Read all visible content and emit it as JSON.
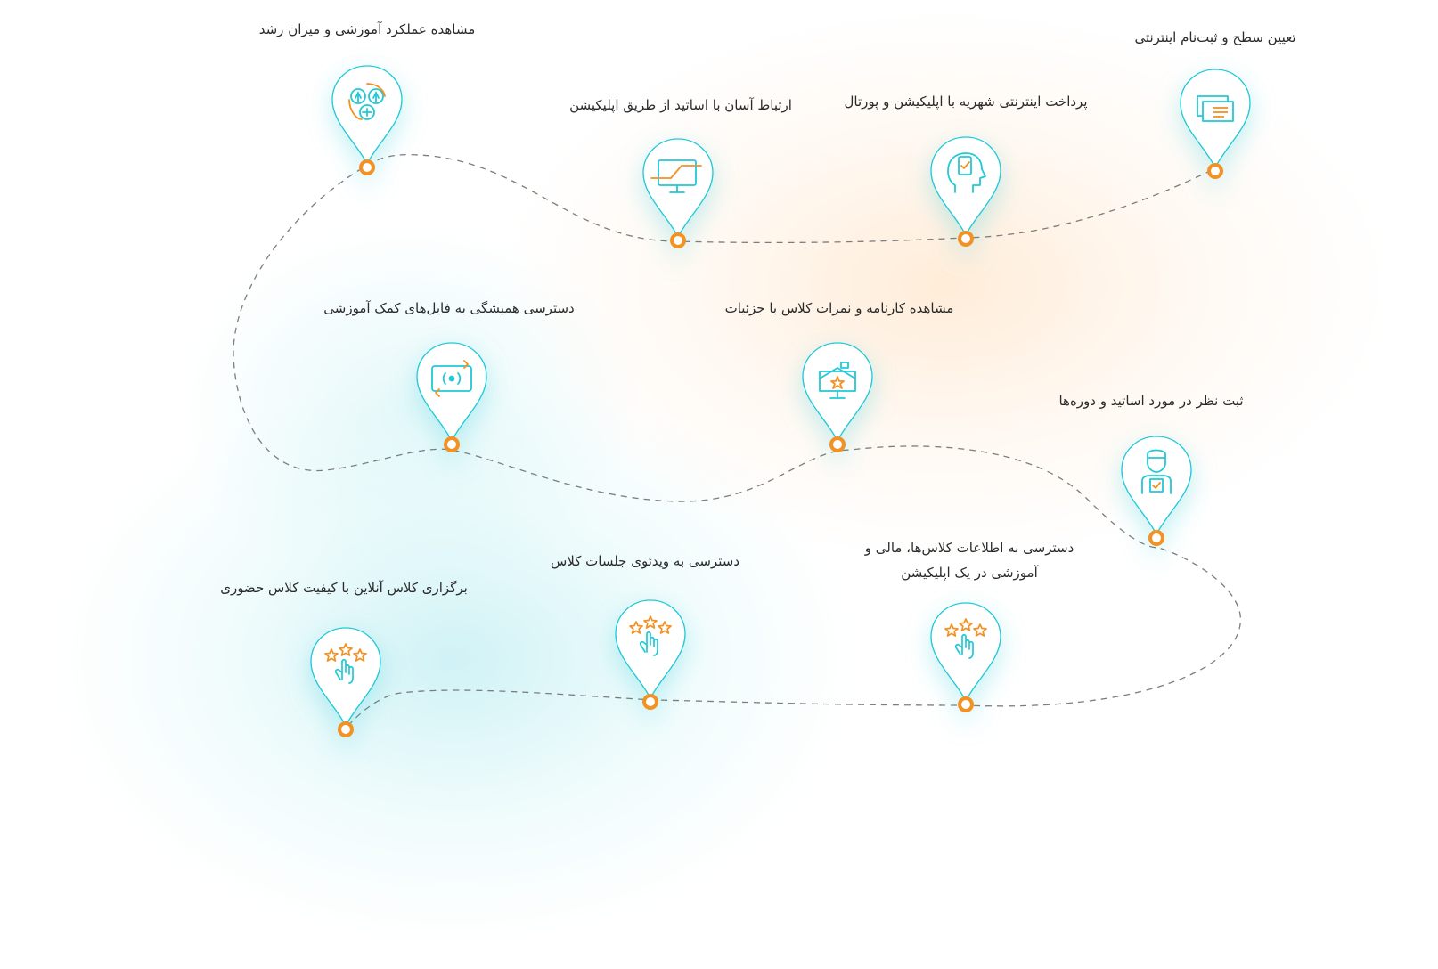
{
  "colors": {
    "teal": "#21c9d6",
    "orange": "#f39123",
    "path": "#7d7d7d",
    "text": "#2b2b2b"
  },
  "steps": [
    {
      "label": "تعیین سطح و ثبت‌نام اینترنتی",
      "icon": "documents-icon"
    },
    {
      "label": "پرداخت اینترنتی شهریه با اپلیکیشن و پورتال",
      "icon": "mind-check-icon"
    },
    {
      "label": "ارتباط آسان با اساتید از طریق اپلیکیشن",
      "icon": "monitor-chart-icon"
    },
    {
      "label": "مشاهده عملکرد آموزشی و میزان رشد",
      "icon": "growth-cycle-icon"
    },
    {
      "label": "دسترسی همیشگی به فایل‌های کمک آموزشی",
      "icon": "media-sync-icon"
    },
    {
      "label": "مشاهده کارنامه و نمرات کلاس با جزئیات",
      "icon": "report-board-icon"
    },
    {
      "label": "ثبت نظر در مورد اساتید و دوره‌ها",
      "icon": "feedback-person-icon"
    },
    {
      "label_lines": [
        "دسترسی به اطلاعات کلاس‌ها، مالی و",
        "آموزشی در یک اپلیکیشن"
      ],
      "icon": "rating-hand-icon"
    },
    {
      "label": "دسترسی به ویدئوی جلسات کلاس",
      "icon": "rating-hand-icon"
    },
    {
      "label": "برگزاری کلاس آنلاین با کیفیت کلاس حضوری",
      "icon": "rating-hand-icon"
    }
  ]
}
